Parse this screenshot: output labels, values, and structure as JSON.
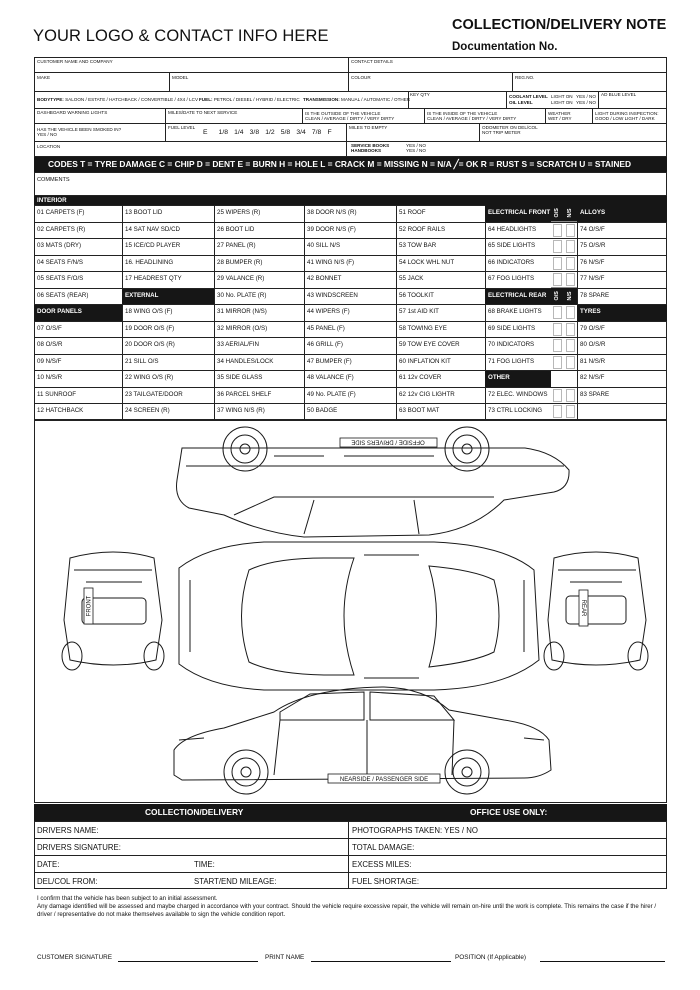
{
  "header": {
    "logo_text": "YOUR LOGO & CONTACT INFO HERE",
    "title": "COLLECTION/DELIVERY NOTE",
    "doc_no": "Documentation No."
  },
  "top_form": {
    "customer_name": "CUSTOMER NAME AND COMPANY",
    "contact_details": "CONTACT DETAILS",
    "make": "MAKE",
    "model": "MODEL",
    "colour": "COLOUR",
    "reg_no": "REG.NO.",
    "key_qty": "KEY QTY",
    "coolant_level": "COOLANT LEVEL",
    "oil_level": "OIL LEVEL",
    "light_on_1": "LIGHT ON",
    "light_on_2": "LIGHT ON",
    "yes_no_1": "YES / NO",
    "yes_no_2": "YES / NO",
    "ad_blue_level": "AD BLUE LEVEL",
    "bodytype_label": "BODYTYPE:",
    "bodytype_options": "SALOON / ESTATE / HATCHBACK / CONVERTIBLE / 4X4 / LCV",
    "fuel_label": "FUEL:",
    "fuel_options": "PETROL / DIESEL / HYBRID / ELECTRIC",
    "transmission_label": "TRANSMISSION:",
    "transmission_options": "MANUAL / AUTOMATIC / OTHER",
    "dashboard_warning": "DASHBOARD WARNING LIGHTS",
    "miles_date_service": "MILES/DATE TO NEXT SERVICE",
    "outside_q": "IS THE OUTSIDE OF THE VEHICLE",
    "outside_opts": "CLEAN / AVERAGE / DIRTY / VERY DIRTY",
    "inside_q": "IS THE INSIDE OF THE VEHICLE",
    "inside_opts": "CLEAN / AVERAGE / DIRTY / VERY DIRTY",
    "weather_q": "WEATHER",
    "weather_opts": "WET / DRY",
    "light_insp_q": "LIGHT DURING INSPECTION:",
    "light_insp_opts": "GOOD / LOW LIGHT / DARK",
    "smoked_q": "HAS THE VEHICLE BEEN SMOKED IN?",
    "smoked_opts": "YES / NO",
    "fuel_level": "FUEL LEVEL",
    "fuel_scale": [
      "E",
      "1/8",
      "1/4",
      "3/8",
      "1/2",
      "5/8",
      "3/4",
      "7/8",
      "F"
    ],
    "miles_empty": "MILES TO EMPTY",
    "odometer_1": "ODOMETER ON DEL/COL",
    "odometer_2": "NOT TRIP METER",
    "location": "LOCATION",
    "service_books": "SERVICE BOOKS",
    "handbooks": "HANDBOOKS",
    "yes_no_3": "YES / NO",
    "yes_no_4": "YES / NO"
  },
  "codes_text": "CODES   T = TYRE DAMAGE  C = CHIP  D = DENT  E = BURN  H = HOLE  L = CRACK  M = MISSING  N = N/A  ╱= OK  R = RUST  S = SCRATCH  U = STAINED",
  "comments_label": "COMMENTS",
  "interior_label": "INTERIOR",
  "os_label": "O/S",
  "ns_label": "N/S",
  "checklist": {
    "col1": [
      "01 CARPETS (F)",
      "02 CARPETS (R)",
      "03 MATS (DRY)",
      "04 SEATS F/N/S",
      "05 SEATS F/O/S",
      "06 SEATS (REAR)",
      "DOOR PANELS",
      "07 O/S/F",
      "08 O/S/R",
      "09 N/S/F",
      "10 N/S/R",
      "11 SUNROOF",
      "12 HATCHBACK"
    ],
    "col2": [
      "13 BOOT LID",
      "14 SAT NAV SD/CD",
      "15 ICE/CD PLAYER",
      "16. HEADLINING",
      "17 HEADREST QTY",
      "EXTERNAL",
      "18 WING O/S (F)",
      "19 DOOR O/S (F)",
      "20 DOOR O/S (R)",
      "21 SILL O/S",
      "22 WING O/S (R)",
      "23 TAILGATE/DOOR",
      "24 SCREEN (R)"
    ],
    "col3": [
      "25 WIPERS (R)",
      "26 BOOT LID",
      "27 PANEL (R)",
      "28 BUMPER (R)",
      "29 VALANCE (R)",
      "30 No. PLATE (R)",
      "31 MIRROR (N/S)",
      "32 MIRROR (O/S)",
      "33 AERIAL/FIN",
      "34 HANDLES/LOCK",
      "35 SIDE GLASS",
      "36 PARCEL SHELF",
      "37 WING N/S (R)"
    ],
    "col4": [
      "38 DOOR N/S (R)",
      "39 DOOR N/S (F)",
      "40 SILL N/S",
      "41 WING N/S (F)",
      "42 BONNET",
      "43 WINDSCREEN",
      "44 WIPERS (F)",
      "45 PANEL (F)",
      "46 GRILL (F)",
      "47 BUMPER (F)",
      "48 VALANCE (F)",
      "49 No. PLATE (F)",
      "50 BADGE"
    ],
    "col5": [
      "51 ROOF",
      "52 ROOF RAILS",
      "53 TOW BAR",
      "54 LOCK WHL NUT",
      "55 JACK",
      "56 TOOLKIT",
      "57 1st AID KIT",
      "58 TOWING EYE",
      "59 TOW EYE COVER",
      "60 INFLATION KIT",
      "61 12v COVER",
      "62 12v CIG LIGHTR",
      "63 BOOT MAT"
    ],
    "col6": [
      "ELECTRICAL FRONT",
      "64 HEADLIGHTS",
      "65 SIDE LIGHTS",
      "66 INDICATORS",
      "67 FOG LIGHTS",
      "ELECTRICAL REAR",
      "68 BRAKE LIGHTS",
      "69 SIDE LIGHTS",
      "70 INDICATORS",
      "71 FOG LIGHTS",
      "OTHER",
      "72 ELEC. WINDOWS",
      "73 CTRL LOCKING"
    ],
    "col7": [
      "ALLOYS",
      "74 O/S/F",
      "75 O/S/R",
      "76 N/S/F",
      "77 N/S/F",
      "78 SPARE",
      "TYRES",
      "79 O/S/F",
      "80 O/S/R",
      "81 N/S/R",
      "82 N/S/F",
      "83 SPARE",
      ""
    ]
  },
  "diagram": {
    "offside_label": "OFFSIDE / DRIVERS SIDE",
    "nearside_label": "NEARSIDE / PASSENGER SIDE",
    "front_label": "FRONT",
    "rear_label": "REAR"
  },
  "bottom": {
    "collection_header": "COLLECTION/DELIVERY",
    "office_header": "OFFICE USE ONLY:",
    "drivers_name": "DRIVERS NAME:",
    "drivers_signature": "DRIVERS SIGNATURE:",
    "date": "DATE:",
    "time": "TIME:",
    "delcol_from": "DEL/COL FROM:",
    "start_end_mileage": "START/END MILEAGE:",
    "photographs": "PHOTOGRAPHS TAKEN: YES / NO",
    "total_damage": "TOTAL DAMAGE:",
    "excess_miles": "EXCESS MILES:",
    "fuel_shortage": "FUEL SHORTAGE:"
  },
  "footer": {
    "confirm_line": "I confirm that the vehicle has been subject to an initial assessment.",
    "damage_text": "Any damage identified will be assessed and maybe charged in accordance with your contract. Should the vehicle require excessive repair, the vehicle will remain on-hire until the work is complete. This remains the case if the hirer / driver / representative do not make themselves available to sign the vehicle condition report.",
    "customer_signature": "CUSTOMER SIGNATURE",
    "print_name": "PRINT NAME",
    "position": "POSITION (If Applicable)"
  }
}
